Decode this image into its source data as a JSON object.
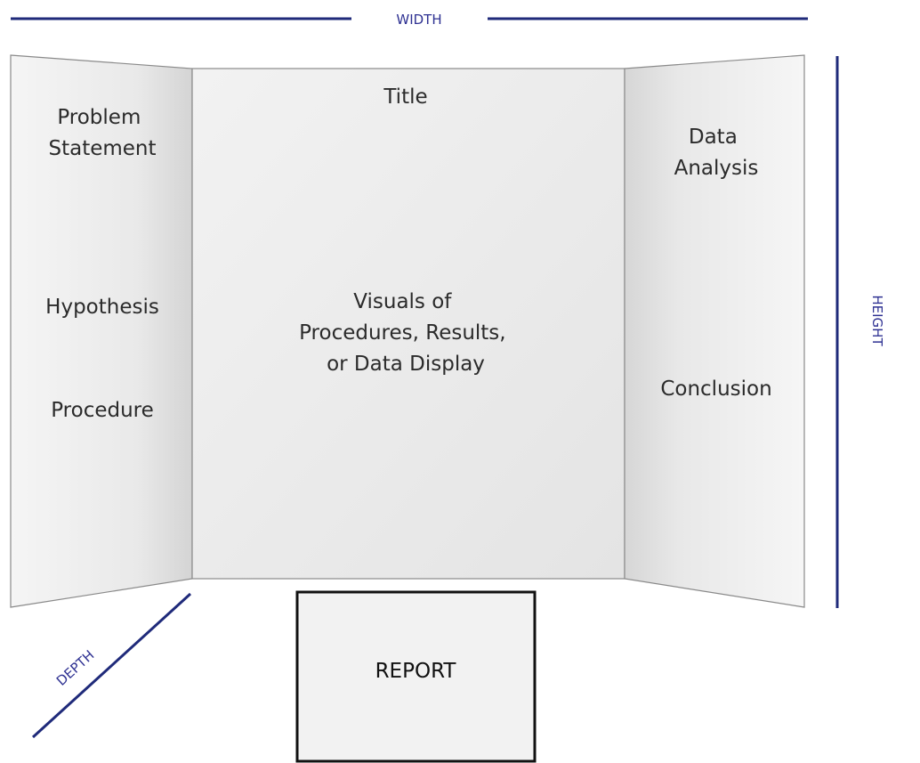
{
  "dimensions": {
    "width_label": "WIDTH",
    "height_label": "HEIGHT",
    "depth_label": "DEPTH"
  },
  "board": {
    "left_panel": {
      "items": [
        [
          "Problem",
          "Statement"
        ],
        [
          "Hypothesis"
        ],
        [
          "Procedure"
        ]
      ]
    },
    "center_panel": {
      "title": "Title",
      "visuals": [
        "Visuals of",
        "Procedures, Results,",
        "or Data Display"
      ]
    },
    "right_panel": {
      "items": [
        [
          "Data",
          "Analysis"
        ],
        [
          "Conclusion"
        ]
      ]
    }
  },
  "report": {
    "label": "REPORT"
  },
  "colors": {
    "dimension_line": "#1f2a7a",
    "dimension_text": "#2e3192",
    "panel_text": "#2b2b2b",
    "board_fill": "#ececec"
  }
}
